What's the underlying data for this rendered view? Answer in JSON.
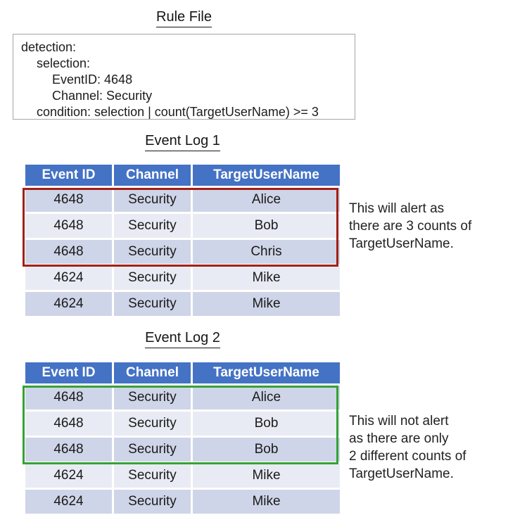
{
  "rule_file": {
    "title": "Rule File",
    "lines": [
      "detection:",
      "selection:",
      "EventID: 4648",
      "Channel: Security",
      "condition: selection | count(TargetUserName) >= 3"
    ]
  },
  "event_logs": [
    {
      "title": "Event Log 1",
      "columns": [
        "Event ID",
        "Channel",
        "TargetUserName"
      ],
      "rows": [
        [
          "4648",
          "Security",
          "Alice"
        ],
        [
          "4648",
          "Security",
          "Bob"
        ],
        [
          "4648",
          "Security",
          "Chris"
        ],
        [
          "4624",
          "Security",
          "Mike"
        ],
        [
          "4624",
          "Security",
          "Mike"
        ]
      ],
      "highlight": {
        "rows_covered": "first 3 rows",
        "border_color": "#A32018",
        "meaning": "alert"
      },
      "annotation": {
        "lines": [
          "This will alert as",
          "there are 3 counts of",
          "TargetUserName."
        ]
      }
    },
    {
      "title": "Event Log 2",
      "columns": [
        "Event ID",
        "Channel",
        "TargetUserName"
      ],
      "rows": [
        [
          "4648",
          "Security",
          "Alice"
        ],
        [
          "4648",
          "Security",
          "Bob"
        ],
        [
          "4648",
          "Security",
          "Bob"
        ],
        [
          "4624",
          "Security",
          "Mike"
        ],
        [
          "4624",
          "Security",
          "Mike"
        ]
      ],
      "highlight": {
        "rows_covered": "first 3 rows",
        "border_color": "#35A235",
        "meaning": "no alert"
      },
      "annotation": {
        "lines": [
          "This will not alert",
          "as there are only",
          "2 different counts of",
          "TargetUserName."
        ]
      }
    }
  ],
  "colors": {
    "table_header_blue": "#4472C4",
    "row_band_dark": "#CFD5E8",
    "row_band_light": "#E9EBF4",
    "alert_border_red": "#A32018",
    "no_alert_border_green": "#35A235",
    "rule_box_border_gray": "#A6A6A6",
    "header_text": "#FFFFFF",
    "body_text": "#1A1A1A"
  }
}
